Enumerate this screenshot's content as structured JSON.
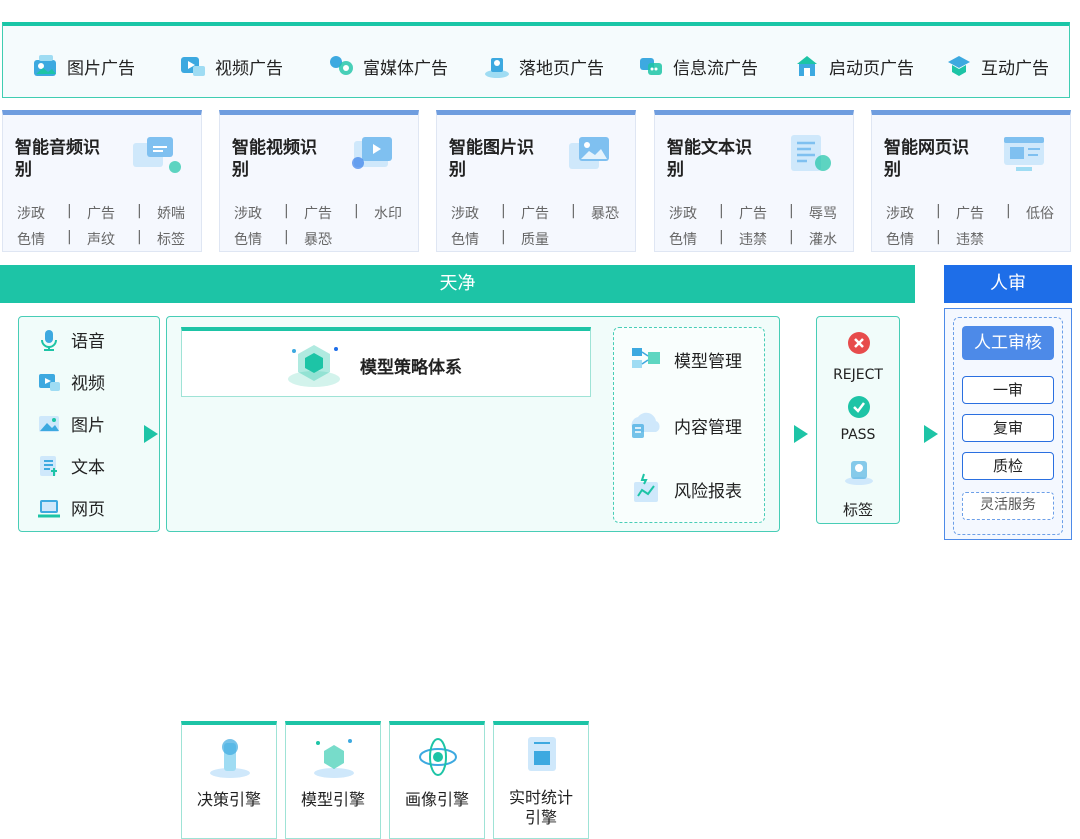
{
  "ad_types": [
    {
      "label": "图片广告",
      "icon": "image-ad-icon"
    },
    {
      "label": "视频广告",
      "icon": "video-ad-icon"
    },
    {
      "label": "富媒体广告",
      "icon": "rich-media-ad-icon"
    },
    {
      "label": "落地页广告",
      "icon": "landing-page-ad-icon"
    },
    {
      "label": "信息流广告",
      "icon": "feed-ad-icon"
    },
    {
      "label": "启动页广告",
      "icon": "splash-ad-icon"
    },
    {
      "label": "互动广告",
      "icon": "interactive-ad-icon"
    }
  ],
  "cards": [
    {
      "title": "智能音频识别",
      "row1": [
        "涉政",
        "广告",
        "娇喘"
      ],
      "row2": [
        "色情",
        "声纹",
        "标签"
      ]
    },
    {
      "title": "智能视频识别",
      "row1": [
        "涉政",
        "广告",
        "水印"
      ],
      "row2": [
        "色情",
        "暴恐"
      ]
    },
    {
      "title": "智能图片识别",
      "row1": [
        "涉政",
        "广告",
        "暴恐"
      ],
      "row2": [
        "色情",
        "质量"
      ]
    },
    {
      "title": "智能文本识别",
      "row1": [
        "涉政",
        "广告",
        "辱骂"
      ],
      "row2": [
        "色情",
        "违禁",
        "灌水"
      ]
    },
    {
      "title": "智能网页识别",
      "row1": [
        "涉政",
        "广告",
        "低俗"
      ],
      "row2": [
        "色情",
        "违禁"
      ]
    }
  ],
  "separator": "|",
  "tianjing": "天净",
  "human_review": "人审",
  "sources": [
    {
      "label": "语音",
      "icon": "microphone-icon"
    },
    {
      "label": "视频",
      "icon": "video-icon"
    },
    {
      "label": "图片",
      "icon": "image-icon"
    },
    {
      "label": "文本",
      "icon": "text-icon"
    },
    {
      "label": "网页",
      "icon": "webpage-icon"
    }
  ],
  "strategy_title": "模型策略体系",
  "engines": [
    "决策引擎",
    "模型引擎",
    "画像引擎",
    "实时统计\n引擎"
  ],
  "management": [
    {
      "label": "模型管理",
      "icon": "model-management-icon"
    },
    {
      "label": "内容管理",
      "icon": "content-management-icon"
    },
    {
      "label": "风险报表",
      "icon": "risk-report-icon"
    }
  ],
  "results": [
    {
      "label": "REJECT",
      "icon": "reject-icon"
    },
    {
      "label": "PASS",
      "icon": "pass-icon"
    },
    {
      "label": "标签",
      "icon": "tag-icon"
    }
  ],
  "review": {
    "title": "人工审核",
    "steps": [
      "一审",
      "复审",
      "质检"
    ],
    "flexible": "灵活服务"
  },
  "colors": {
    "teal": "#1dc4a6",
    "blue": "#1e6ee8",
    "card_top": "#6f9ddf"
  }
}
